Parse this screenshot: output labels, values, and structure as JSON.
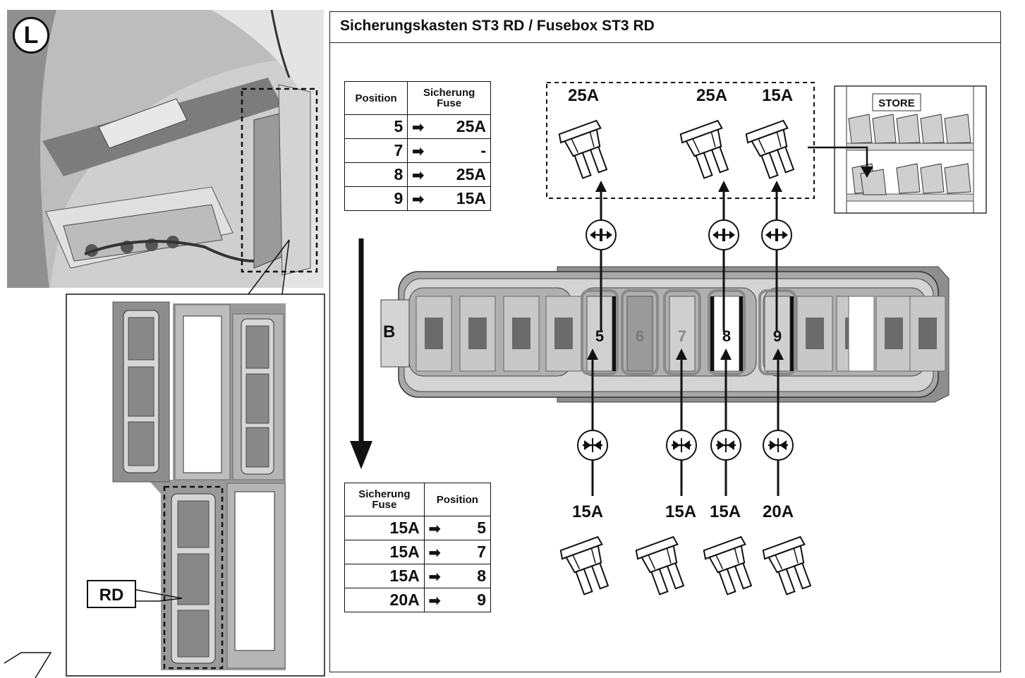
{
  "title": "Sicherungskasten ST3 RD / Fusebox ST3 RD",
  "corner_label": "L",
  "rd_label": "RD",
  "box_label": "B",
  "store_label": "STORE",
  "remove_table": {
    "header_position": "Position",
    "header_fuse_line1": "Sicherung",
    "header_fuse_line2": "Fuse",
    "rows": [
      {
        "position": "5",
        "fuse": "25A"
      },
      {
        "position": "7",
        "fuse": "-"
      },
      {
        "position": "8",
        "fuse": "25A"
      },
      {
        "position": "9",
        "fuse": "15A"
      }
    ]
  },
  "insert_table": {
    "header_fuse_line1": "Sicherung",
    "header_fuse_line2": "Fuse",
    "header_position": "Position",
    "rows": [
      {
        "fuse": "15A",
        "position": "5"
      },
      {
        "fuse": "15A",
        "position": "7"
      },
      {
        "fuse": "15A",
        "position": "8"
      },
      {
        "fuse": "20A",
        "position": "9"
      }
    ]
  },
  "slot_numbers": [
    "5",
    "6",
    "7",
    "8",
    "9"
  ],
  "removed_fuses": [
    "25A",
    "25A",
    "15A"
  ],
  "inserted_fuses": [
    "15A",
    "15A",
    "15A",
    "20A"
  ],
  "arrow_glyph": "➡",
  "icons": [
    "remove-fuse-icon",
    "insert-fuse-icon",
    "arrow-right-icon"
  ],
  "colors": {
    "line": "#111111",
    "grey_dark": "#8a8a8a",
    "grey_mid": "#b5b5b5",
    "grey_light": "#d8d8d8"
  }
}
